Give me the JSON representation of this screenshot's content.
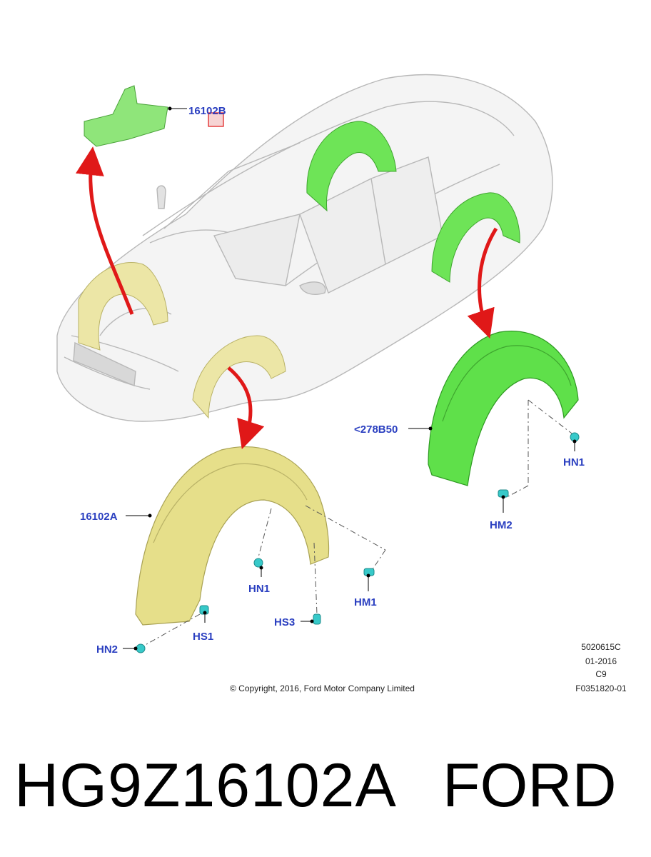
{
  "callouts": {
    "upper_shield": "16102B",
    "front_liner": "16102A",
    "rear_liner": "<278B50",
    "hn1_front": "HN1",
    "hm1": "HM1",
    "hs3": "HS3",
    "hs1": "HS1",
    "hn2": "HN2",
    "hn1_rear": "HN1",
    "hm2": "HM2"
  },
  "meta": {
    "code1": "5020615C",
    "date": "01-2016",
    "rev": "C9",
    "code2": "F0351820-01",
    "copyright": "© Copyright, 2016, Ford Motor Company Limited"
  },
  "footer": {
    "part_number": "HG9Z16102A",
    "brand": "FORD"
  },
  "colors": {
    "callout_blue": "#2a3fc0",
    "front_liner_yellow": "#e6df8a",
    "rear_liner_green": "#5fe04a",
    "arrow_red": "#e01818",
    "clip_cyan": "#37c9c9"
  }
}
